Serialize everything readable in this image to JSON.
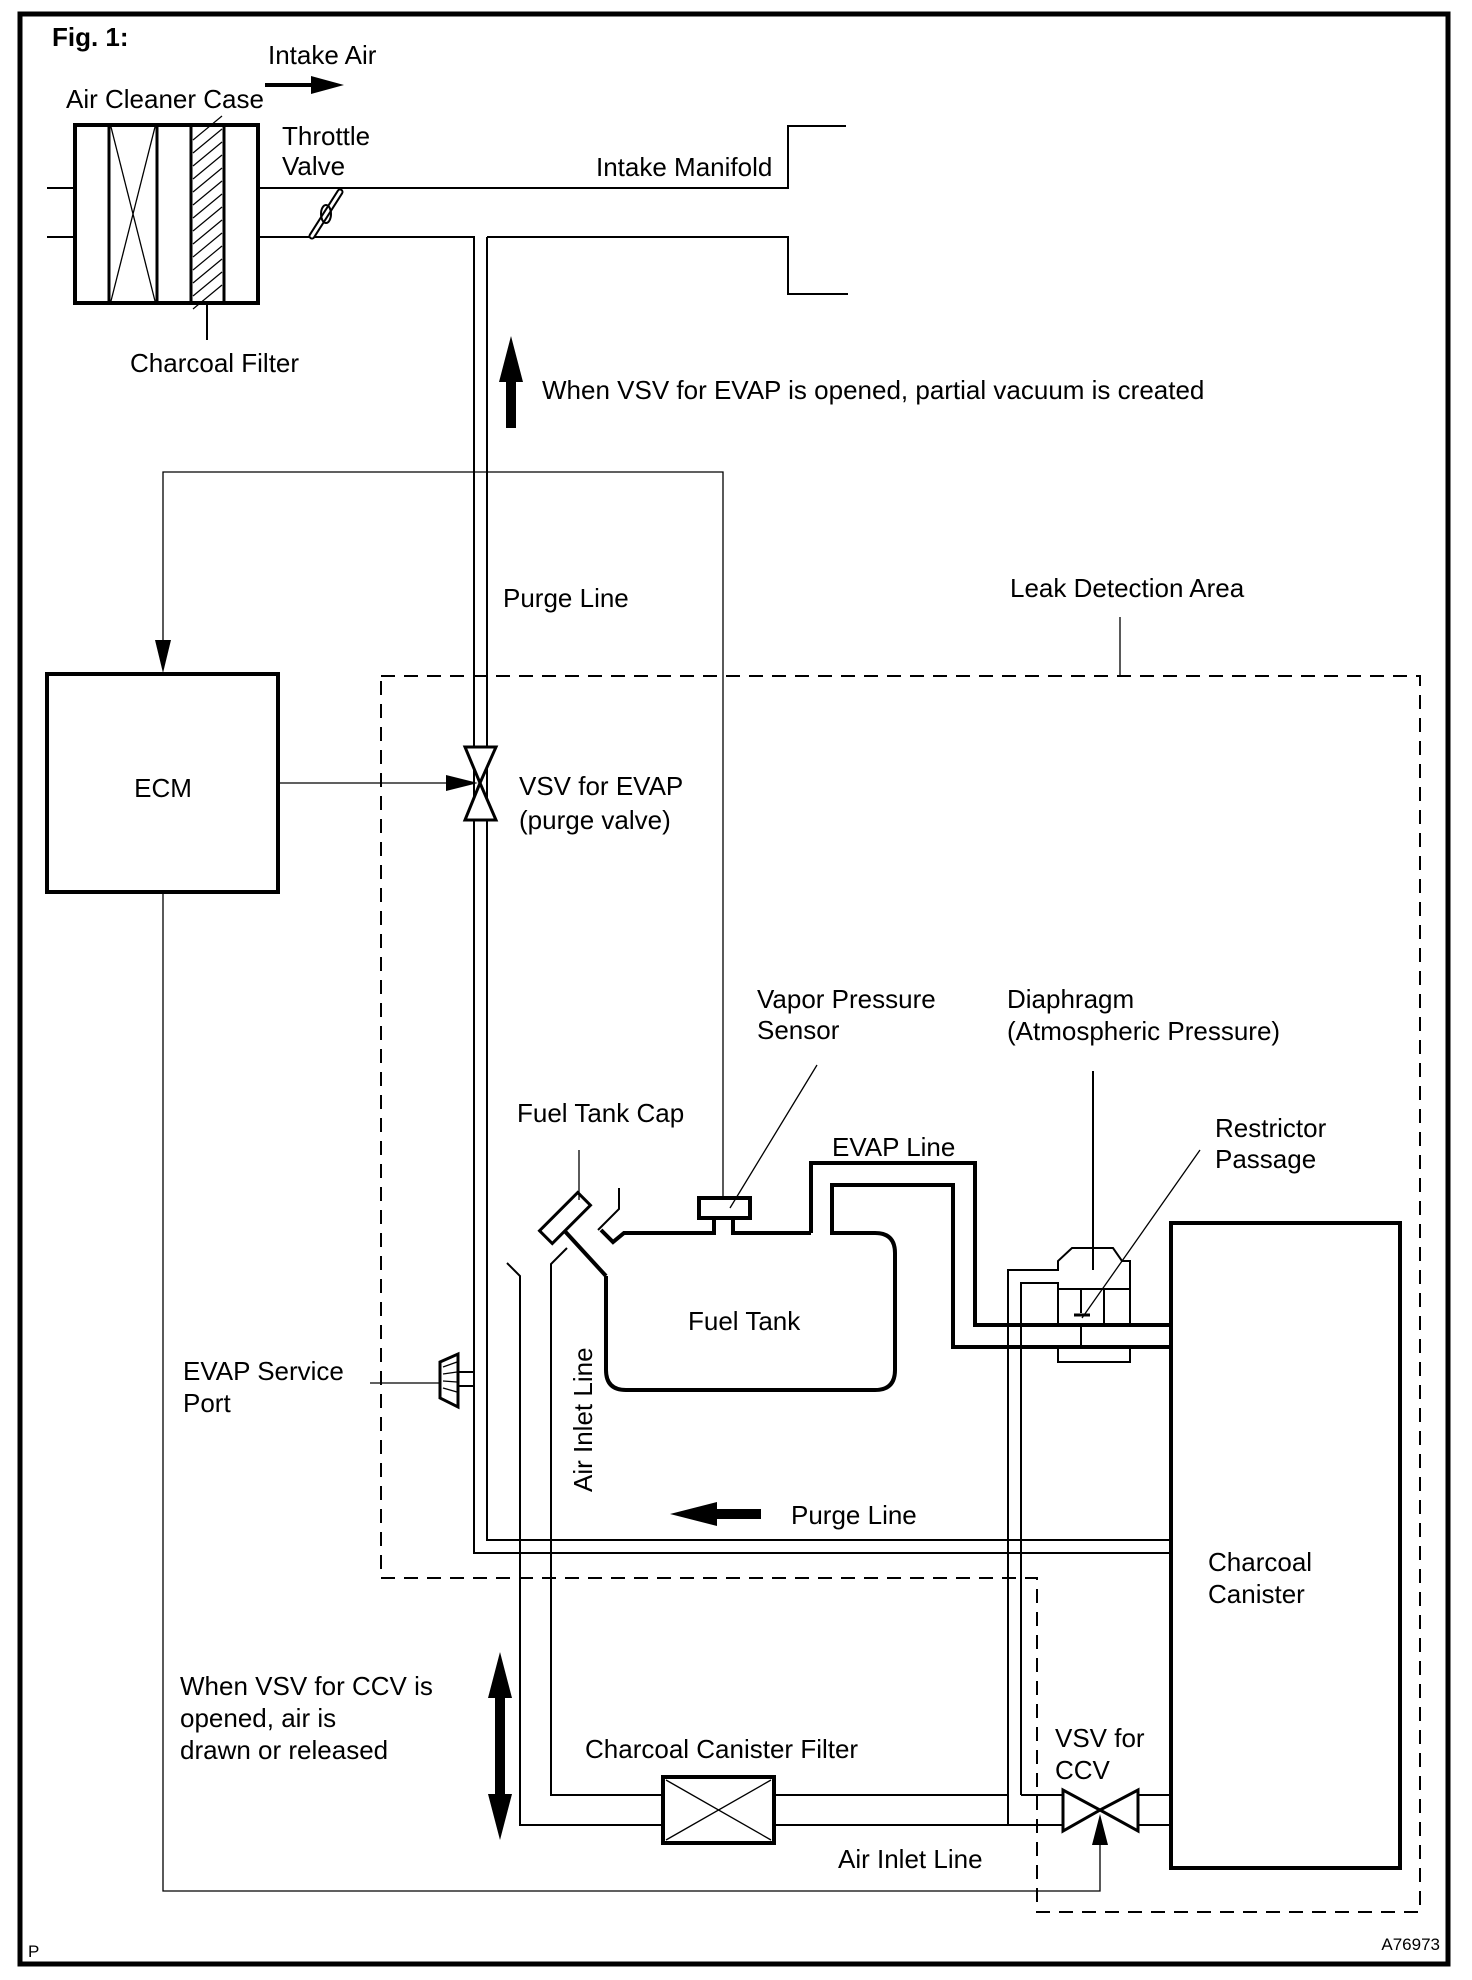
{
  "figure": {
    "title": "Fig. 1:",
    "reference_code": "A76973",
    "corner_mark": "P"
  },
  "labels": {
    "intake_air": "Intake Air",
    "air_cleaner_case": "Air Cleaner Case",
    "throttle_valve_1": "Throttle",
    "throttle_valve_2": "Valve",
    "intake_manifold": "Intake Manifold",
    "charcoal_filter": "Charcoal Filter",
    "vacuum_note": "When VSV for EVAP is opened, partial vacuum is created",
    "purge_line_upper": "Purge Line",
    "leak_detection_area": "Leak Detection Area",
    "ecm": "ECM",
    "vsv_evap_1": "VSV for EVAP",
    "vsv_evap_2": "(purge valve)",
    "vapor_pressure_sensor_1": "Vapor Pressure",
    "vapor_pressure_sensor_2": "Sensor",
    "diaphragm_1": "Diaphragm",
    "diaphragm_2": "(Atmospheric Pressure)",
    "fuel_tank_cap": "Fuel Tank Cap",
    "evap_line": "EVAP Line",
    "restrictor_1": "Restrictor",
    "restrictor_2": "Passage",
    "fuel_tank": "Fuel Tank",
    "evap_service_port_1": "EVAP Service",
    "evap_service_port_2": "Port",
    "air_inlet_line_vertical": "Air Inlet Line",
    "purge_line_lower": "Purge Line",
    "charcoal_canister_1": "Charcoal",
    "charcoal_canister_2": "Canister",
    "ccv_note_1": "When VSV for CCV is",
    "ccv_note_2": "opened, air is",
    "ccv_note_3": "drawn or released",
    "charcoal_canister_filter": "Charcoal Canister Filter",
    "vsv_ccv_1": "VSV for",
    "vsv_ccv_2": "CCV",
    "air_inlet_line_horizontal": "Air Inlet Line"
  }
}
